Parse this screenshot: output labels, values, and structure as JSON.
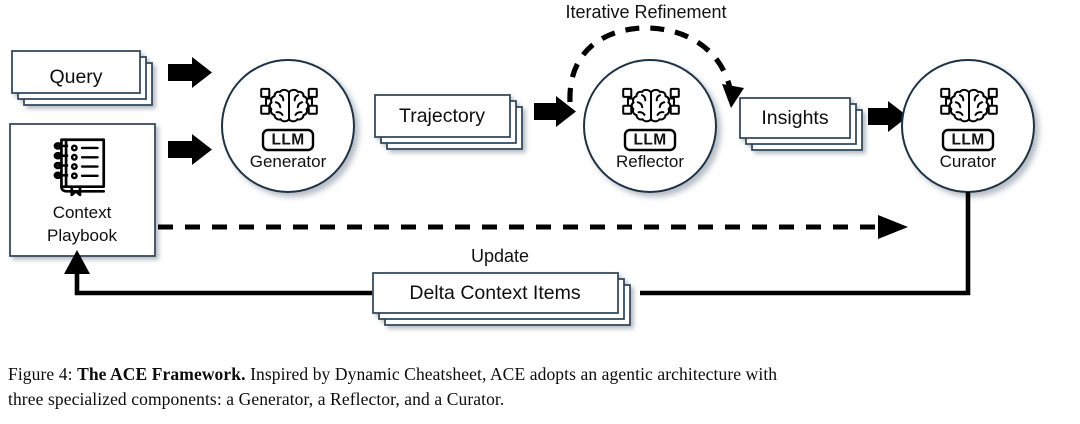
{
  "figure": {
    "number": "Figure 4:",
    "title_bold": "The ACE Framework.",
    "body_line1": " Inspired by Dynamic Cheatsheet, ACE adopts an agentic architecture with",
    "body_line2": "three specialized components: a Generator, a Reflector, and a Curator."
  },
  "colors": {
    "card_border": "#2b4257",
    "circle_border": "#1d3347",
    "ink": "#000000",
    "background": "#ffffff",
    "text": "#111111"
  },
  "diagram": {
    "inputs": [
      {
        "id": "query",
        "label": "Query",
        "kind": "card-stack",
        "stack_count": 3
      },
      {
        "id": "context-playbook",
        "label_line1": "Context",
        "label_line2": "Playbook",
        "kind": "box",
        "icon": "notebook-icon"
      }
    ],
    "agents": [
      {
        "id": "generator",
        "label": "Generator",
        "badge": "LLM",
        "icon": "brain-icon"
      },
      {
        "id": "reflector",
        "label": "Reflector",
        "badge": "LLM",
        "icon": "brain-icon"
      },
      {
        "id": "curator",
        "label": "Curator",
        "badge": "LLM",
        "icon": "brain-icon"
      }
    ],
    "artifacts": [
      {
        "id": "trajectory",
        "label": "Trajectory",
        "kind": "card-stack",
        "stack_count": 3
      },
      {
        "id": "insights",
        "label": "Insights",
        "kind": "card-stack",
        "stack_count": 3
      },
      {
        "id": "delta-context-items",
        "label": "Delta Context Items",
        "kind": "card-stack",
        "stack_count": 3
      }
    ],
    "edge_labels": [
      {
        "id": "iterative-refinement",
        "label": "Iterative Refinement"
      },
      {
        "id": "update",
        "label": "Update"
      }
    ],
    "arrows": [
      {
        "id": "query-to-generator",
        "style": "block",
        "direction": "right"
      },
      {
        "id": "playbook-to-generator",
        "style": "block",
        "direction": "right"
      },
      {
        "id": "trajectory-to-reflector",
        "style": "block",
        "direction": "right"
      },
      {
        "id": "insights-to-curator",
        "style": "block",
        "direction": "right"
      },
      {
        "id": "reflector-self-loop",
        "style": "dashed-arc",
        "direction": "clockwise"
      },
      {
        "id": "playbook-to-curator-update",
        "style": "dashed-line",
        "direction": "right"
      },
      {
        "id": "curator-to-delta",
        "style": "solid-line",
        "direction": "down-left"
      },
      {
        "id": "delta-to-playbook",
        "style": "solid-line",
        "direction": "left-up"
      }
    ]
  }
}
